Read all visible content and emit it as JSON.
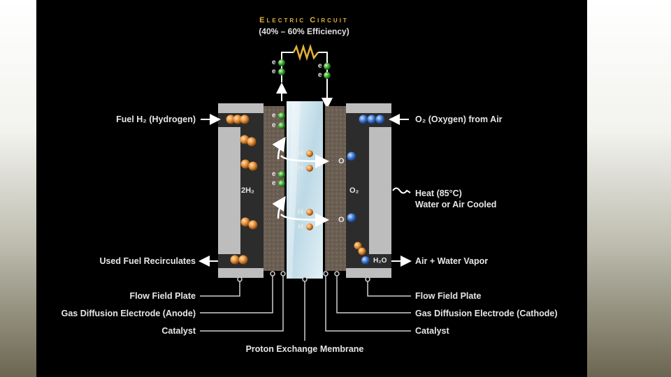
{
  "title": {
    "line1": "Electric Circuit",
    "line2": "(40% – 60% Efficiency)"
  },
  "labels": {
    "fuel_in": "Fuel H₂ (Hydrogen)",
    "oxygen_in": "O₂ (Oxygen) from Air",
    "heat": "Heat (85°C)",
    "cooling": "Water or Air Cooled",
    "used_fuel": "Used Fuel Recirculates",
    "air_out": "Air + Water Vapor",
    "flow_plate_left": "Flow Field Plate",
    "gde_anode": "Gas Diffusion Electrode (Anode)",
    "catalyst_left": "Catalyst",
    "membrane": "Proton Exchange Membrane",
    "flow_plate_right": "Flow Field Plate",
    "gde_cathode": "Gas Diffusion Electrode (Cathode)",
    "catalyst_right": "Catalyst"
  },
  "chem": {
    "h2_left": "2H₂",
    "o2_right": "O₂",
    "h2o": "H₂O",
    "electron": "e",
    "proton": "H",
    "oxygen_atom": "O"
  },
  "colors": {
    "background": "#000000",
    "title_accent": "#e4b23c",
    "hydrogen": "#e8903a",
    "oxygen": "#3d7ad6",
    "electron": "#3fae3a",
    "membrane": "#cfe4ee",
    "electrode": "#6b5e52",
    "plate": "#bdbdbd"
  }
}
